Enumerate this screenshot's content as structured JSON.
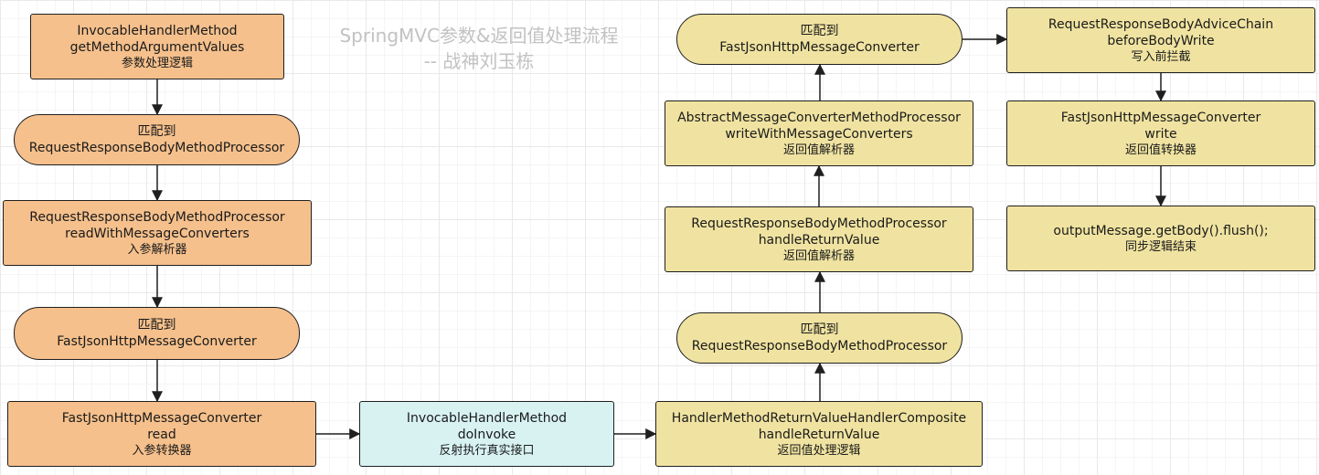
{
  "title": {
    "line1": "SpringMVC参数&返回值处理流程",
    "line2": "-- 战神刘玉栋"
  },
  "colors": {
    "orange": "#f5c08c",
    "yellow": "#f0e3a1",
    "cyan": "#d8f2f2",
    "stroke": "#1f1f1f"
  },
  "nodes": {
    "get_args": {
      "line1": "InvocableHandlerMethod",
      "line2": "getMethodArgumentValues",
      "sub": "参数处理逻辑"
    },
    "match_arg_processor": {
      "line1": "匹配到",
      "line2": "RequestResponseBodyMethodProcessor"
    },
    "read_converters": {
      "line1": "RequestResponseBodyMethodProcessor",
      "line2": "readWithMessageConverters",
      "sub": "入参解析器"
    },
    "match_arg_converter": {
      "line1": "匹配到",
      "line2": "FastJsonHttpMessageConverter"
    },
    "converter_read": {
      "line1": "FastJsonHttpMessageConverter",
      "line2": "read",
      "sub": "入参转换器"
    },
    "do_invoke": {
      "line1": "InvocableHandlerMethod",
      "line2": "doInvoke",
      "sub": "反射执行真实接口"
    },
    "composite_handle": {
      "line1": "HandlerMethodReturnValueHandlerComposite",
      "line2": "handleReturnValue",
      "sub": "返回值处理逻辑"
    },
    "match_ret_processor": {
      "line1": "匹配到",
      "line2": "RequestResponseBodyMethodProcessor"
    },
    "processor_handle": {
      "line1": "RequestResponseBodyMethodProcessor",
      "line2": "handleReturnValue",
      "sub": "返回值解析器"
    },
    "abstract_write": {
      "line1": "AbstractMessageConverterMethodProcessor",
      "line2": "writeWithMessageConverters",
      "sub": "返回值解析器"
    },
    "match_ret_converter": {
      "line1": "匹配到",
      "line2": "FastJsonHttpMessageConverter"
    },
    "advice_before": {
      "line1": "RequestResponseBodyAdviceChain",
      "line2": "beforeBodyWrite",
      "sub": "写入前拦截"
    },
    "converter_write": {
      "line1": "FastJsonHttpMessageConverter",
      "line2": "write",
      "sub": "返回值转换器"
    },
    "flush": {
      "line1": "outputMessage.getBody().flush();",
      "sub": "同步逻辑结束"
    }
  },
  "edges": [
    [
      "get_args",
      "match_arg_processor"
    ],
    [
      "match_arg_processor",
      "read_converters"
    ],
    [
      "read_converters",
      "match_arg_converter"
    ],
    [
      "match_arg_converter",
      "converter_read"
    ],
    [
      "converter_read",
      "do_invoke"
    ],
    [
      "do_invoke",
      "composite_handle"
    ],
    [
      "composite_handle",
      "match_ret_processor"
    ],
    [
      "match_ret_processor",
      "processor_handle"
    ],
    [
      "processor_handle",
      "abstract_write"
    ],
    [
      "abstract_write",
      "match_ret_converter"
    ],
    [
      "match_ret_converter",
      "advice_before"
    ],
    [
      "advice_before",
      "converter_write"
    ],
    [
      "converter_write",
      "flush"
    ]
  ]
}
